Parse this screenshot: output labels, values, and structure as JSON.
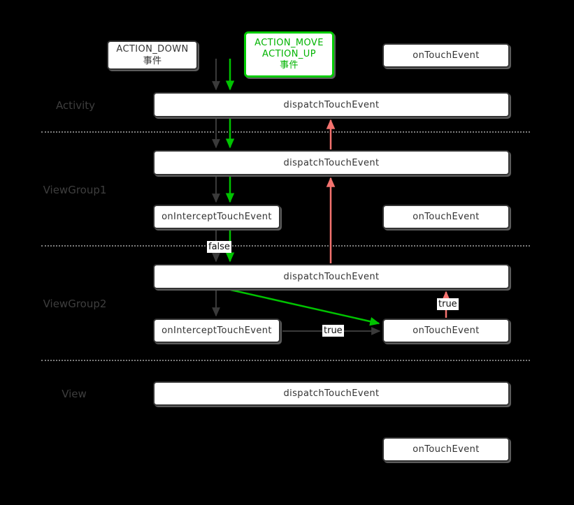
{
  "colors": {
    "background": "#000000",
    "box_fill": "#ffffff",
    "box_border": "#333333",
    "box_text": "#333333",
    "row_label_text": "#3e3e3e",
    "green_accent": "#00c300",
    "red_accent": "#f4736f",
    "gray_arrow": "#3a3a3a",
    "separator_dots": "#7d7d7d"
  },
  "rows": {
    "activity": "Activity",
    "viewgroup1": "ViewGroup1",
    "viewgroup2": "ViewGroup2",
    "view": "View"
  },
  "boxes": {
    "action_down": {
      "lines": [
        "ACTION_DOWN",
        "事件"
      ]
    },
    "action_move_up": {
      "lines": [
        "ACTION_MOVE",
        "ACTION_UP",
        "事件"
      ]
    },
    "on_touch_event_top": {
      "label": "onTouchEvent"
    },
    "dispatch_activity": {
      "label": "dispatchTouchEvent"
    },
    "dispatch_viewgroup1": {
      "label": "dispatchTouchEvent"
    },
    "on_intercept_viewgroup1": {
      "label": "onInterceptTouchEvent"
    },
    "dispatch_viewgroup2": {
      "label": "dispatchTouchEvent"
    },
    "on_intercept_viewgroup2": {
      "label": "onInterceptTouchEvent"
    },
    "on_touch_event_viewgroup2": {
      "label": "onTouchEvent"
    },
    "dispatch_view": {
      "label": "dispatchTouchEvent"
    },
    "on_touch_event_bottom": {
      "label": "onTouchEvent"
    }
  },
  "edge_labels": {
    "intercept_vg1_result": "false",
    "intercept_vg2_result": "true",
    "on_touch_vg2_result": "true"
  }
}
